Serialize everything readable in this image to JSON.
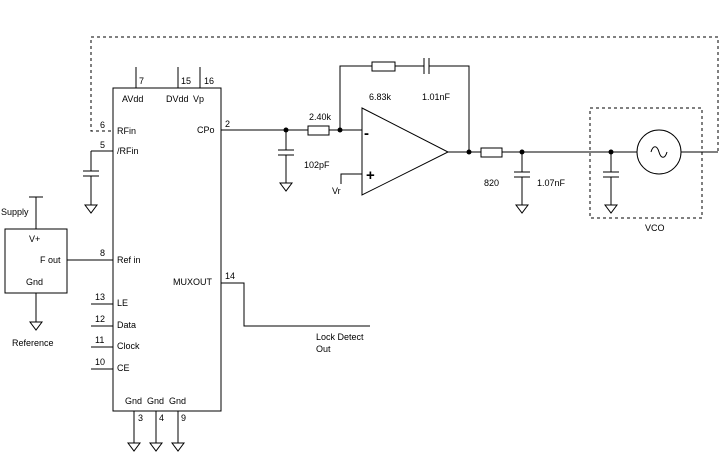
{
  "chip": {
    "top_pins": {
      "avdd": {
        "number": "7",
        "label": "AVdd"
      },
      "dvdd": {
        "number": "15",
        "label": "DVdd"
      },
      "vp": {
        "number": "16",
        "label": "Vp"
      }
    },
    "left_pins": {
      "rfin": {
        "number": "6",
        "label": "RFin"
      },
      "nrfin": {
        "number": "5",
        "label": "/RFin"
      },
      "refin": {
        "number": "8",
        "label": "Ref in"
      },
      "le": {
        "number": "13",
        "label": "LE"
      },
      "data": {
        "number": "12",
        "label": "Data"
      },
      "clock": {
        "number": "11",
        "label": "Clock"
      },
      "ce": {
        "number": "10",
        "label": "CE"
      }
    },
    "right_pins": {
      "cpo": {
        "number": "2",
        "label": "CPo"
      },
      "muxout": {
        "number": "14",
        "label": "MUXOUT"
      }
    },
    "bottom_pins": {
      "gnd_a": {
        "number": "3",
        "label": "Gnd"
      },
      "gnd_b": {
        "number": "4",
        "label": "Gnd"
      },
      "gnd_c": {
        "number": "9",
        "label": "Gnd"
      }
    }
  },
  "reference": {
    "supply_label": "Supply",
    "vplus_label": "V+",
    "fout_label": "F out",
    "gnd_label": "Gnd",
    "name": "Reference"
  },
  "loop_filter": {
    "r_in": "2.40k",
    "c_in": "102pF",
    "r_fb": "6.83k",
    "c_fb": "1.01nF",
    "r_out": "820",
    "c_out": "1.07nF",
    "vr_label": "Vr",
    "minus_sign": "-",
    "plus_sign": "+"
  },
  "vco": {
    "label": "VCO"
  },
  "lock_detect": {
    "line1": "Lock Detect",
    "line2": "Out"
  }
}
